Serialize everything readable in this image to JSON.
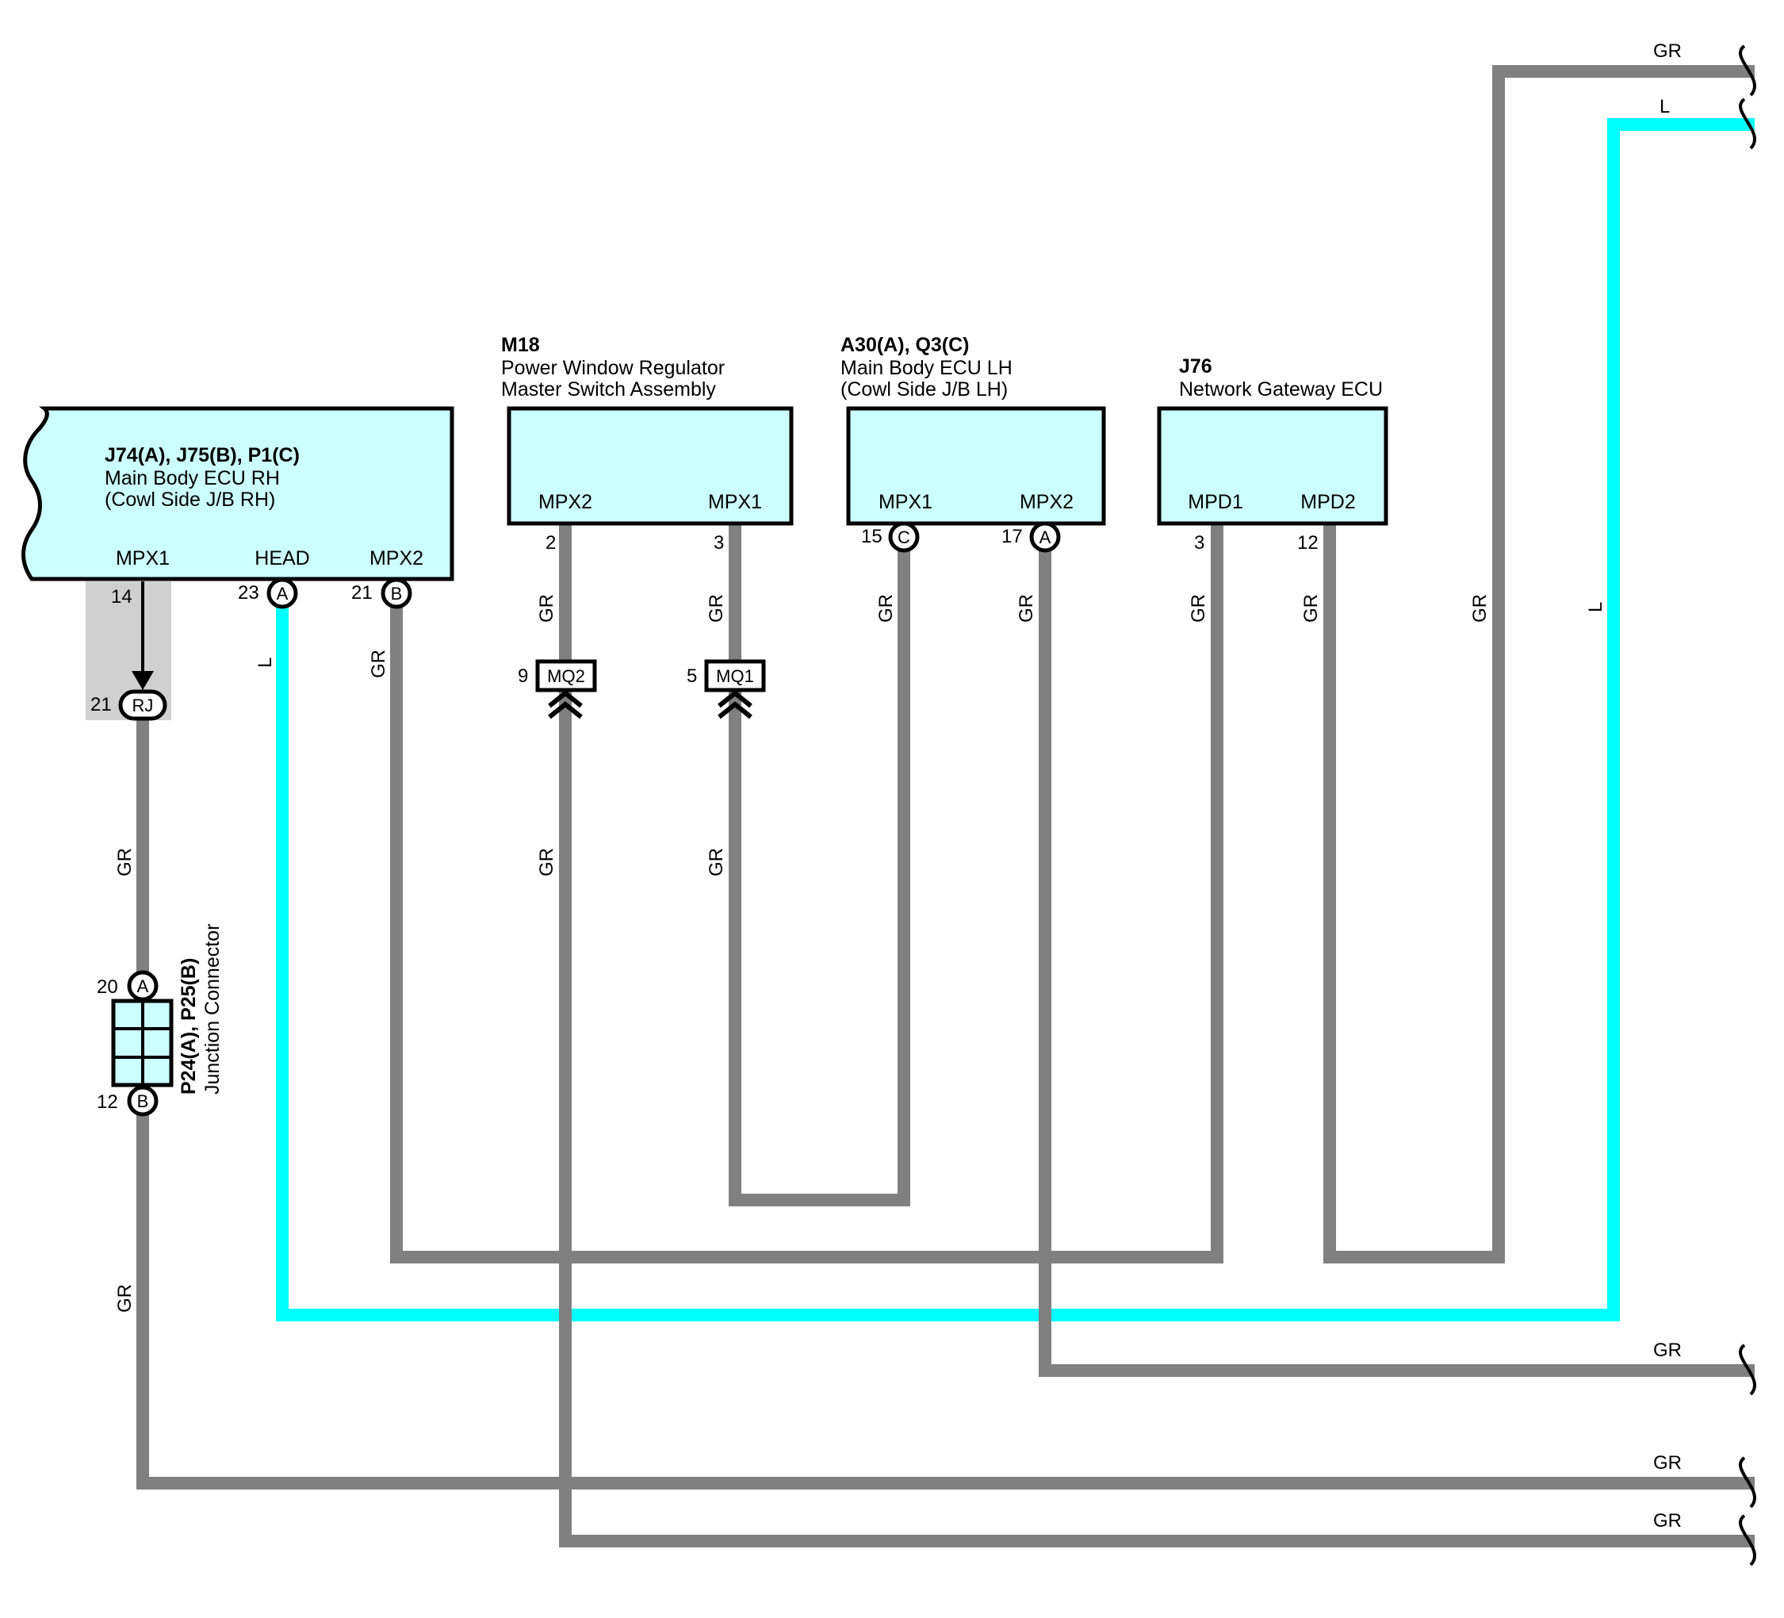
{
  "components": {
    "ecu_rh": {
      "ref": "J74(A), J75(B), P1(C)",
      "name_line1": "Main Body ECU RH",
      "name_line2": "(Cowl Side J/B RH)",
      "pins": {
        "mpx1": "MPX1",
        "head": "HEAD",
        "mpx2": "MPX2"
      }
    },
    "m18": {
      "ref": "M18",
      "name_line1": "Power Window Regulator",
      "name_line2": "Master Switch Assembly",
      "pins": {
        "mpx2": "MPX2",
        "mpx1": "MPX1"
      }
    },
    "ecu_lh": {
      "ref": "A30(A), Q3(C)",
      "name_line1": "Main Body ECU LH",
      "name_line2": "(Cowl Side J/B LH)",
      "pins": {
        "mpx1": "MPX1",
        "mpx2": "MPX2"
      }
    },
    "j76": {
      "ref": "J76",
      "name_line1": "Network Gateway ECU",
      "pins": {
        "mpd1": "MPD1",
        "mpd2": "MPD2"
      }
    },
    "junction": {
      "ref": "P24(A), P25(B)",
      "name": "Junction Connector"
    }
  },
  "pin_numbers": {
    "rh_mpx1": "14",
    "rh_head": "23",
    "rh_mpx2": "21",
    "rj": "21",
    "jc_top": "20",
    "jc_bottom": "12",
    "m18_mpx2": "2",
    "m18_mpx1": "3",
    "mq2": "9",
    "mq1": "5",
    "lh_mpx1": "15",
    "lh_mpx2": "17",
    "j76_mpd1": "3",
    "j76_mpd2": "12"
  },
  "connector_letters": {
    "rh_head": "A",
    "rh_mpx2": "B",
    "rj": "RJ",
    "jc_top": "A",
    "jc_bottom": "B",
    "lh_mpx1": "C",
    "lh_mpx2": "A"
  },
  "connectors": {
    "mq2": "MQ2",
    "mq1": "MQ1"
  },
  "wire_colors": {
    "gr": "GR",
    "l": "L"
  },
  "colors": {
    "gray_wire": "#808080",
    "blue_wire": "#00ffff",
    "component_fill": "#ccffff"
  }
}
